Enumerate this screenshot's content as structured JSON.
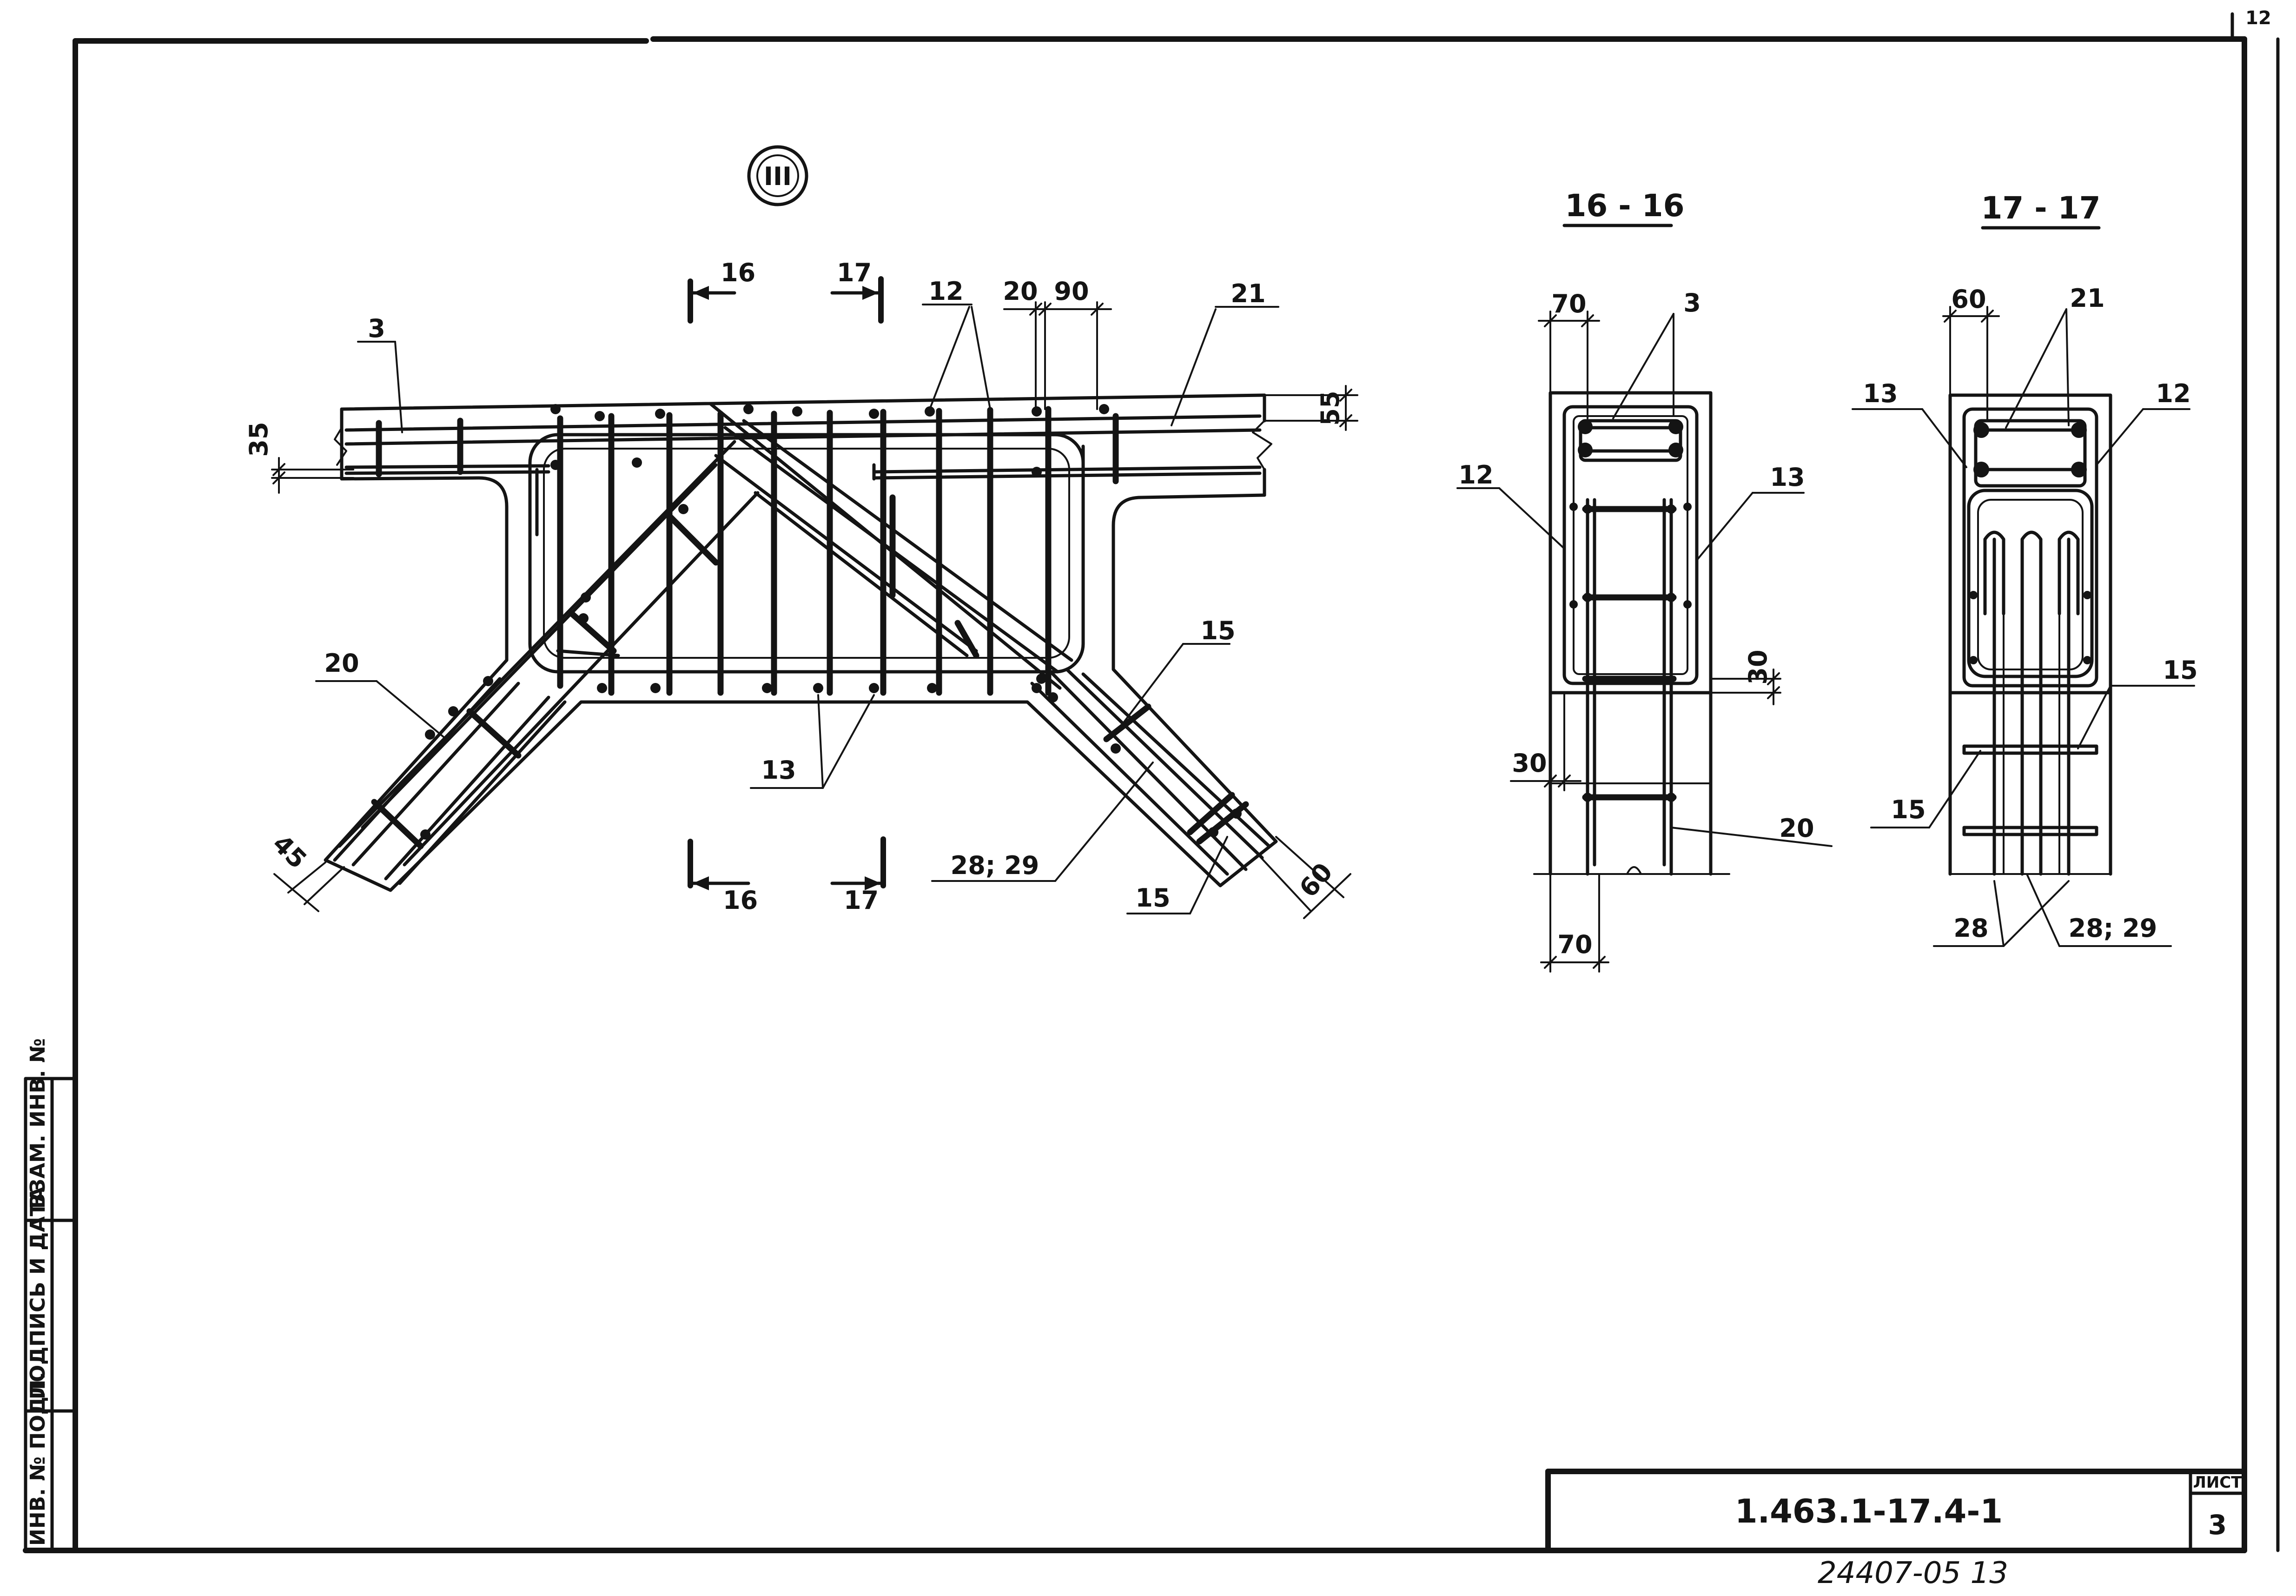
{
  "sheet": {
    "corner_number": "12",
    "document_code": "1.463.1-17.4-1",
    "sheet_label": "ЛИСТ",
    "sheet_number": "3",
    "archive_number": "24407-05  13"
  },
  "stamp": {
    "cell_top": "ВЗАМ. ИНВ. №",
    "cell_middle": "ПОДПИСЬ И ДАТА",
    "cell_bottom": "ИНВ. № ПОДЛ."
  },
  "node": {
    "marker": "III",
    "cut_a": "16",
    "cut_b": "17",
    "labels": {
      "bar_3": "3",
      "bar_12": "12",
      "bar_13": "13",
      "bar_15_top": "15",
      "bar_15_bottom": "15",
      "bar_20": "20",
      "bar_21": "21",
      "bar_28_29": "28; 29"
    },
    "dims": {
      "d20": "20",
      "d90": "90",
      "d35": "35",
      "d55": "55",
      "d45": "45",
      "d60": "60"
    }
  },
  "section_16": {
    "title": "16 - 16",
    "labels": {
      "bar_3": "3",
      "bar_12": "12",
      "bar_13": "13",
      "bar_20": "20"
    },
    "dims": {
      "top": "70",
      "right": "30",
      "left": "30",
      "bottom": "70"
    }
  },
  "section_17": {
    "title": "17 - 17",
    "labels": {
      "bar_21": "21",
      "bar_13": "13",
      "bar_12": "12",
      "bar_15_right": "15",
      "bar_15_left": "15",
      "bar_28": "28",
      "bar_28_29": "28; 29"
    },
    "dims": {
      "top": "60"
    }
  }
}
